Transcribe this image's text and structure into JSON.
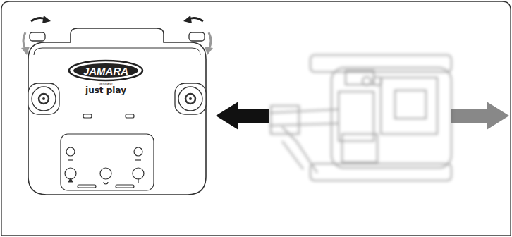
{
  "diagram": {
    "labels": [
      "JAMARA",
      "GERMANY",
      "just play"
    ]
  }
}
